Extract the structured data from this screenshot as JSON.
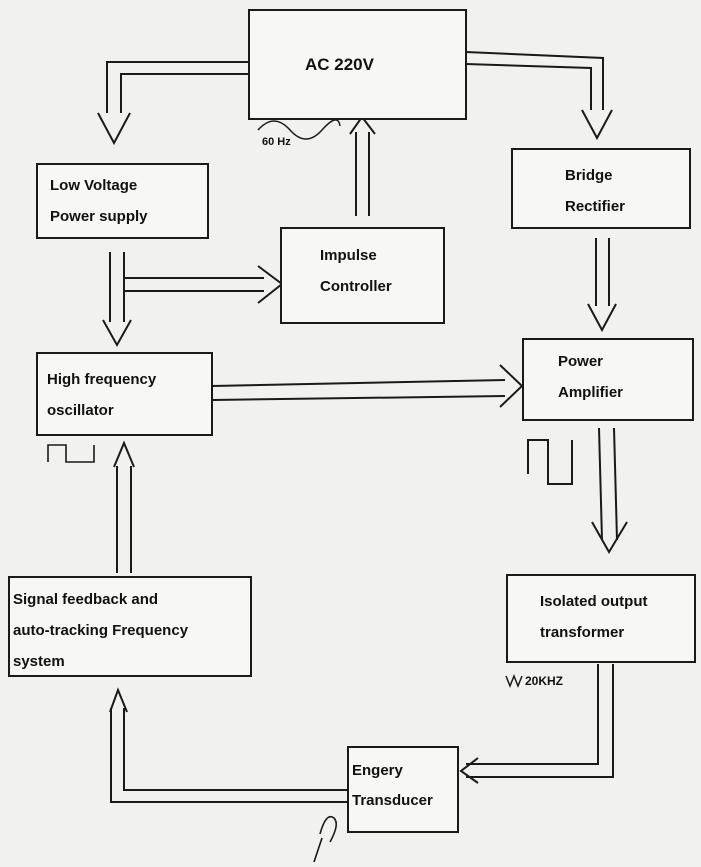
{
  "blocks": {
    "ac": "AC 220V",
    "low_voltage": "Low Voltage\nPower supply",
    "impulse": "Impulse\nController",
    "bridge": "Bridge\nRectifier",
    "hf_osc": "High frequency\noscillator",
    "power_amp": "Power\nAmplifier",
    "feedback": "Signal feedback and\nauto-tracking Frequency\nsystem",
    "isolated": "Isolated output\ntransformer",
    "transducer": "Engery\nTransducer"
  },
  "annotations": {
    "freq_60hz": "60 Hz",
    "freq_20khz": "20KHZ"
  },
  "colors": {
    "ink": "#1a1a1a",
    "paper": "#f1f1ef"
  }
}
